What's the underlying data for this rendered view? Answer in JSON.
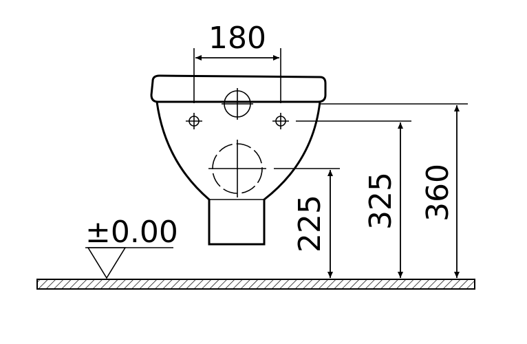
{
  "dimensions": {
    "bolt_spacing": "180",
    "outlet_height": "225",
    "bolt_height": "325",
    "top_height": "360",
    "floor_level": "±0.00"
  },
  "colors": {
    "ink": "#000000",
    "background": "#ffffff",
    "floor_hatch": "#000000"
  }
}
